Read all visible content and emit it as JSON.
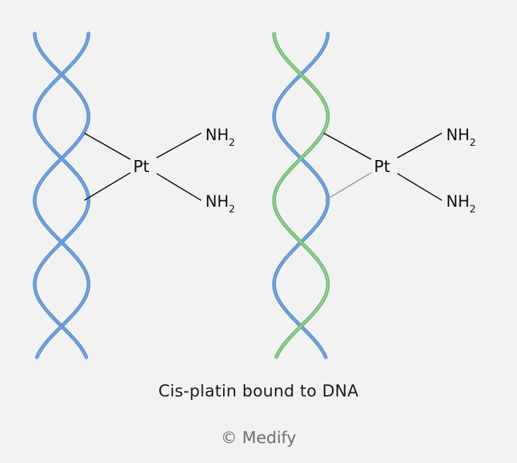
{
  "colors": {
    "background": "#f2f2f2",
    "strand_blue": "#6fa4e0",
    "strand_blue_dark": "#4f84c2",
    "strand_green": "#8fd08f",
    "strand_green_dark": "#5aa85a",
    "bond_line": "#111111",
    "faint_bond": "#9a9a9a",
    "text": "#1b1b1b",
    "muted": "#6f6f6f"
  },
  "diagram": {
    "left": {
      "strands": [
        "blue",
        "blue"
      ],
      "metal": "Pt",
      "ligand_top": {
        "base": "NH",
        "sub": "2"
      },
      "ligand_bottom": {
        "base": "NH",
        "sub": "2"
      }
    },
    "right": {
      "strands": [
        "blue",
        "green"
      ],
      "metal": "Pt",
      "ligand_top": {
        "base": "NH",
        "sub": "2"
      },
      "ligand_bottom": {
        "base": "NH",
        "sub": "2"
      }
    }
  },
  "caption": "Cis-platin bound to DNA",
  "copyright": "© Medify"
}
